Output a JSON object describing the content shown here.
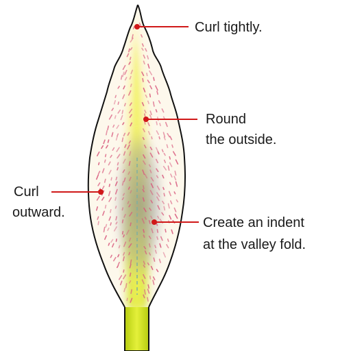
{
  "annotations": [
    {
      "id": "curl-tightly",
      "lines": [
        "Curl tightly."
      ]
    },
    {
      "id": "round-outside",
      "lines": [
        "Round",
        "the outside."
      ]
    },
    {
      "id": "curl-outward",
      "lines": [
        "Curl",
        "outward."
      ]
    },
    {
      "id": "create-indent",
      "lines": [
        "Create an indent",
        "at the valley fold."
      ]
    }
  ],
  "colors": {
    "outline": "#111111",
    "petal_fill": "#fdf8ec",
    "center_glow": "#fbf29a",
    "stem": "#c8dc20",
    "shadow": "#9a9a9a",
    "speckle": "#d8597d",
    "leader": "#d01818"
  }
}
